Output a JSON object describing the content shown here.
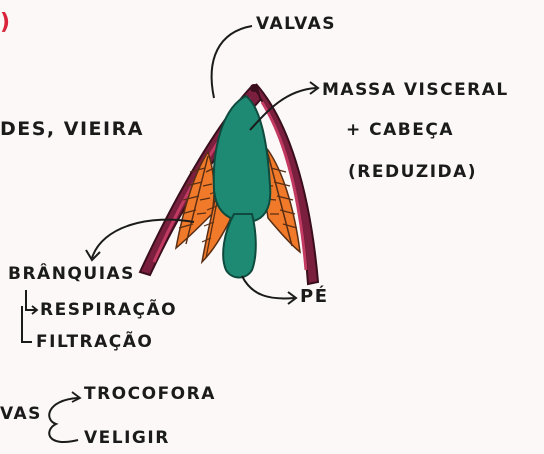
{
  "labels": {
    "corner_fragment": ")",
    "left_fragment": "DES, VIEIRA",
    "valvas": "VALVAS",
    "massa_visceral": "MASSA VISCERAL",
    "mais_cabeca": "+ CABEÇA",
    "reduzida": "(REDUZIDA)",
    "branquias": "BRÂNQUIAS",
    "respiracao": "RESPIRAÇÃO",
    "filtracao": "FILTRAÇÃO",
    "pe": "PÉ",
    "larvas_fragment": "VAS",
    "trocofora": "TROCOFORA",
    "veligir": "VELIGIR"
  },
  "colors": {
    "shell": "#7a1f3e",
    "shell_inner": "#c23a62",
    "visceral": "#1f8a73",
    "gills": "#f07a2a",
    "gill_lines": "#5a2e14",
    "ink": "#1b1b1b",
    "accent_red": "#d8233a"
  }
}
